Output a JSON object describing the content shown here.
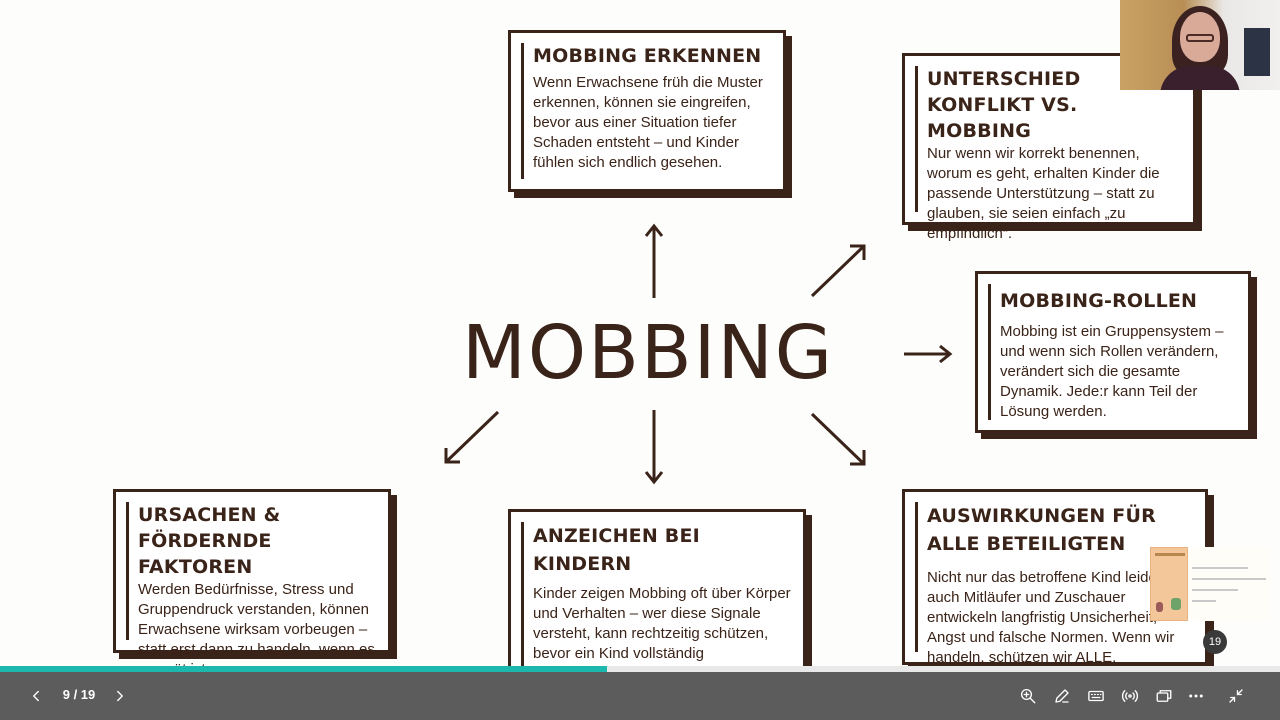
{
  "slide": {
    "title": "MOBBING",
    "cards": {
      "erkennen": {
        "heading": "MOBBING ERKENNEN",
        "body": "Wenn Erwachsene früh die Muster erkennen, können sie eingreifen, bevor aus einer Situation tiefer Schaden entsteht – und Kinder fühlen sich endlich gesehen."
      },
      "unterschied": {
        "heading": "UNTERSCHIED KONFLIKT VS. MOBBING",
        "body": "Nur wenn wir korrekt benennen, worum es geht, erhalten Kinder die passende Unterstützung – statt zu glauben, sie seien einfach „zu empfindlich“."
      },
      "rollen": {
        "heading": "MOBBING-ROLLEN",
        "body": "Mobbing ist ein Gruppensystem – und wenn sich Rollen verändern, verändert sich die gesamte Dynamik. Jede:r kann Teil der Lösung werden."
      },
      "ursachen": {
        "heading": "URSACHEN & FÖRDERNDE FAKTOREN",
        "body": "Werden Bedürfnisse, Stress und Gruppendruck verstanden, können Erwachsene wirksam vorbeugen – statt erst dann zu handeln, wenn es zu spät ist."
      },
      "anzeichen": {
        "heading": "ANZEICHEN BEI KINDERN",
        "body": "Kinder zeigen Mobbing oft über Körper und Verhalten – wer diese Signale versteht, kann rechtzeitig schützen, bevor ein Kind vollständig zusammenbricht."
      },
      "auswirkungen": {
        "heading": "AUSWIRKUNGEN FÜR ALLE BETEILIGTEN",
        "body": "Nicht nur das betroffene Kind leidet – auch Mitläufer und Zuschauer entwickeln langfristig Unsicherheit, Angst und falsche Normen. Wenn wir handeln, schützen wir ALLE."
      }
    }
  },
  "overlay": {
    "page_badge": "19"
  },
  "viewer": {
    "page_counter": "9 / 19",
    "progress_fraction": 0.474,
    "accent_color": "#1cb7ad",
    "toolbar_color": "#5c5c5c",
    "icons": {
      "prev": "chevron-left-icon",
      "next": "chevron-right-icon",
      "zoom": "zoom-in-icon",
      "annotate": "pen-icon",
      "keyboard": "keyboard-icon",
      "audio": "broadcast-icon",
      "screens": "screen-switch-icon",
      "more": "more-icon",
      "exit": "exit-fullscreen-icon"
    }
  }
}
